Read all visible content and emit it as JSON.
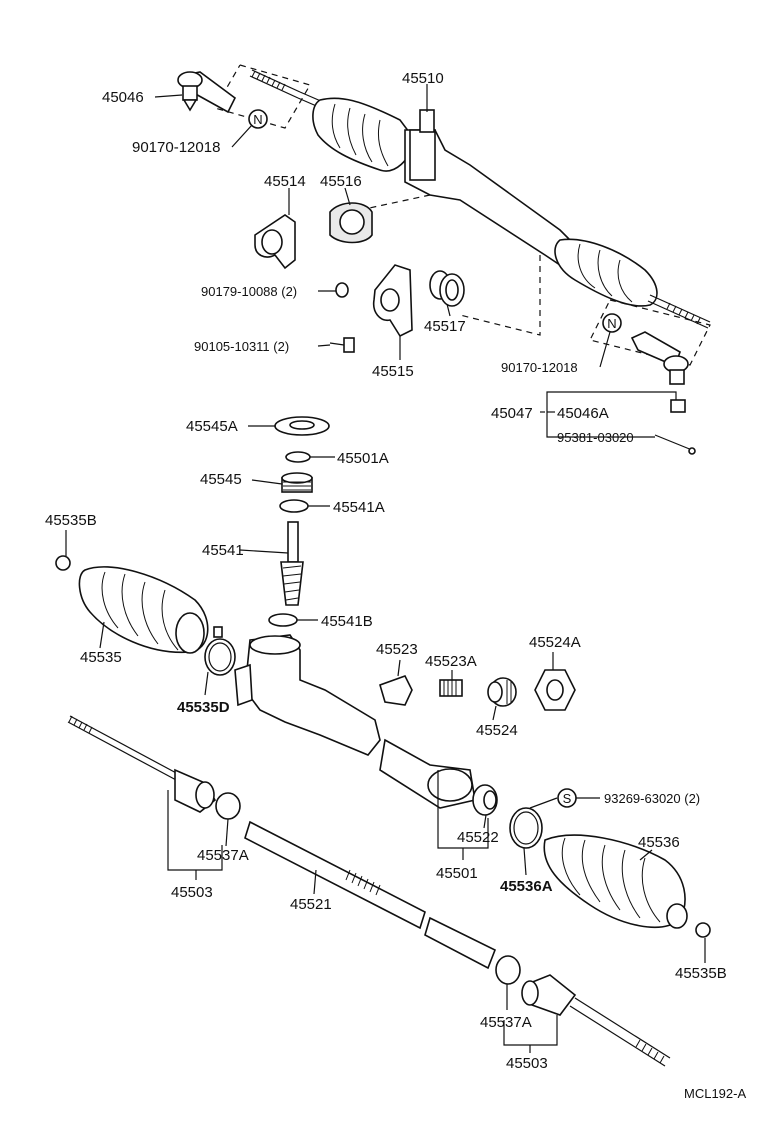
{
  "diagram": {
    "code": "MCL192-A",
    "callouts": {
      "p45046": "45046",
      "p90170_12018_a": "90170-12018",
      "p45510": "45510",
      "p45514": "45514",
      "p45516": "45516",
      "p90179": "90179-10088 (2)",
      "p90105": "90105-10311 (2)",
      "p45515": "45515",
      "p45517": "45517",
      "p90170_12018_b": "90170-12018",
      "p45047": "45047",
      "p45046A": "45046A",
      "p95381": "95381-03020",
      "p45545A": "45545A",
      "p45501A": "45501A",
      "p45545": "45545",
      "p45541A": "45541A",
      "p45535B_top": "45535B",
      "p45541": "45541",
      "p45541B": "45541B",
      "p45535": "45535",
      "p45535D": "45535D",
      "p45523": "45523",
      "p45523A": "45523A",
      "p45524A": "45524A",
      "p45524": "45524",
      "p93269": "93269-63020 (2)",
      "p45522": "45522",
      "p45536": "45536",
      "p45537A_left": "45537A",
      "p45503_left": "45503",
      "p45501": "45501",
      "p45536A": "45536A",
      "p45521": "45521",
      "p45535B_bottom": "45535B",
      "p45537A_right": "45537A",
      "p45503_right": "45503"
    },
    "symbols": {
      "n_marker": "N",
      "s_marker": "S"
    }
  }
}
